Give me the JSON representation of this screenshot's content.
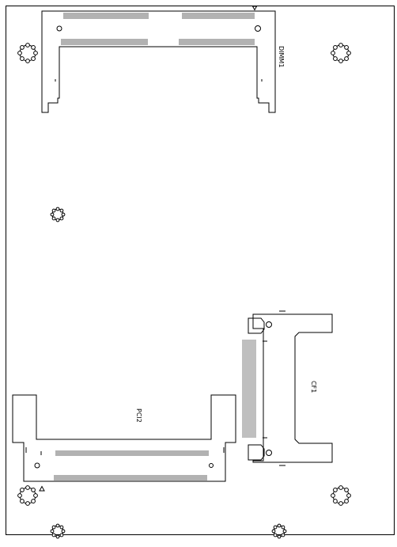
{
  "labels": {
    "dimm": "DIMM1",
    "cf": "CF1",
    "pci": "PCI2"
  },
  "colors": {
    "stroke": "#000000",
    "background": "#ffffff"
  }
}
